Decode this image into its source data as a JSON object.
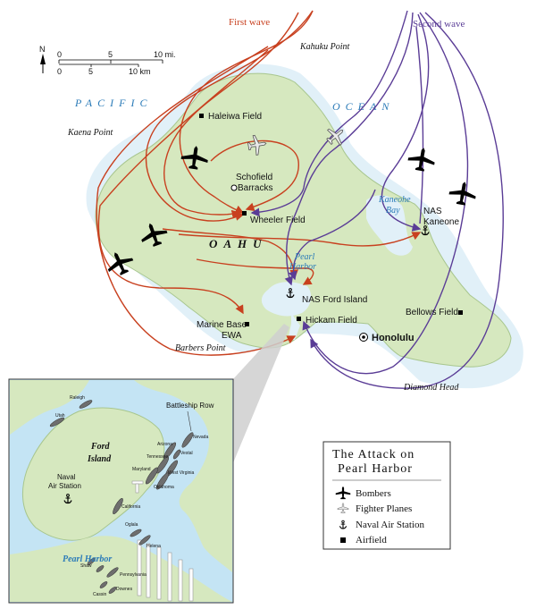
{
  "waves": {
    "first": "First wave",
    "second": "Second wave",
    "colors": {
      "first": "#c8401f",
      "second": "#5a3c96"
    }
  },
  "scale": {
    "miles": [
      "0",
      "5",
      "10 mi."
    ],
    "km": [
      "0",
      "5",
      "10 km"
    ],
    "north": "N"
  },
  "water": {
    "pacific": "PACIFIC",
    "ocean": "OCEAN",
    "kaneohe_bay": [
      "Kaneohe",
      "Bay"
    ],
    "pearl_harbor": [
      "Pearl",
      "Harbor"
    ],
    "inset_pearl_harbor": "Pearl Harbor"
  },
  "island": "OAHU",
  "points": {
    "kahuku": "Kahuku Point",
    "kaena": "Kaena Point",
    "barbers": "Barbers Point",
    "diamond": "Diamond Head"
  },
  "places": {
    "haleiwa": "Haleiwa Field",
    "schofield": [
      "Schofield",
      "Barracks"
    ],
    "wheeler": "Wheeler Field",
    "nas_kaneone": [
      "NAS",
      "Kaneone"
    ],
    "nas_ford": "NAS Ford Island",
    "hickam": "Hickam Field",
    "marine_ewa": [
      "Marine Base",
      "EWA"
    ],
    "bellows": "Bellows Field",
    "honolulu": "Honolulu"
  },
  "inset": {
    "ford_island": [
      "Ford",
      "Island"
    ],
    "naval_air_station": [
      "Naval",
      "Air Station"
    ],
    "battleship_row": "Battleship Row",
    "ships": {
      "raleigh": "Raleigh",
      "utah": "Utah",
      "nevada": "Nevada",
      "arizona": "Arizona",
      "vestal": "Vestal",
      "tennessee": "Tennessee",
      "west_virginia": "West Virginia",
      "maryland": "Maryland",
      "oklahoma": "Oklahoma",
      "california": "California",
      "oglala": "Oglala",
      "helena": "Helena",
      "shaw": "Shaw",
      "pennsylvania": "Pennsylvania",
      "downes": "Downes",
      "cassin": "Cassin"
    }
  },
  "legend": {
    "title": [
      "The Attack on",
      "Pearl Harbor"
    ],
    "items": [
      "Bombers",
      "Fighter Planes",
      "Naval Air Station",
      "Airfield"
    ]
  }
}
